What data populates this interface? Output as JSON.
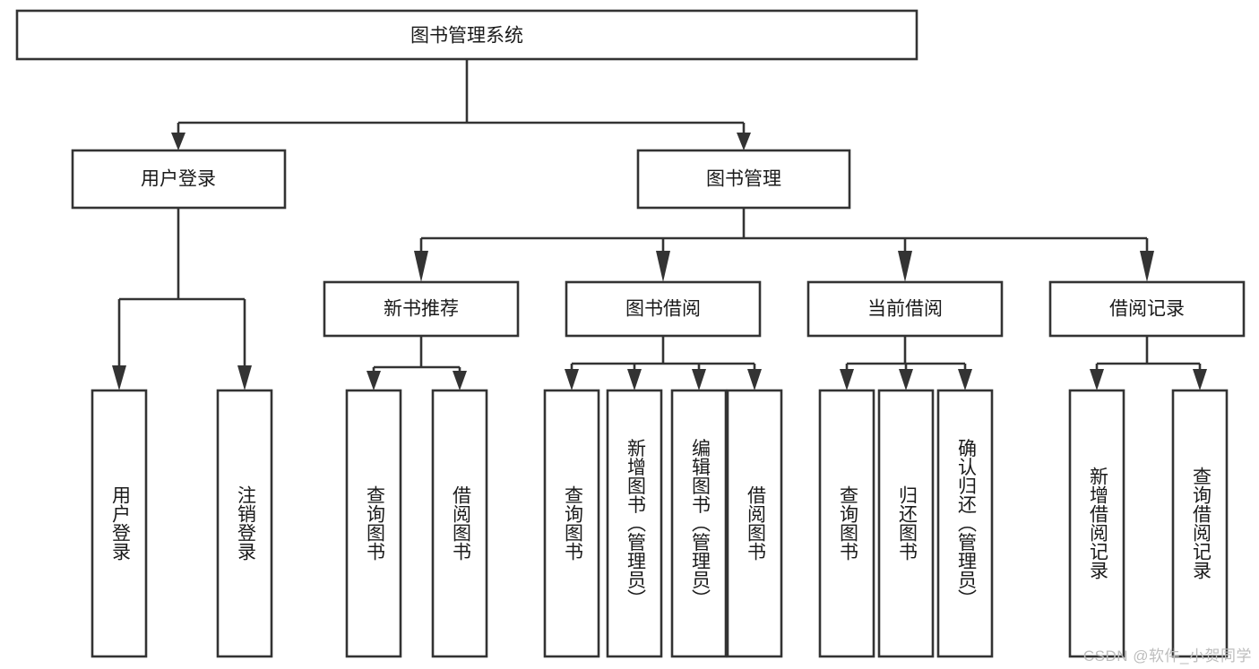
{
  "diagram": {
    "type": "tree-hierarchy",
    "title": "图书管理系统",
    "watermark": "CSDN @软件_小贺同学",
    "colors": {
      "stroke": "#333333",
      "fill": "#ffffff",
      "text": "#1a1a1a",
      "watermark": "#bdbdbd",
      "background": "#ffffff"
    },
    "levels": [
      {
        "level": 1,
        "nodes": [
          {
            "id": "root",
            "label": "图书管理系统",
            "orientation": "horizontal"
          }
        ]
      },
      {
        "level": 2,
        "nodes": [
          {
            "id": "user-login",
            "label": "用户登录",
            "orientation": "horizontal",
            "parent": "root"
          },
          {
            "id": "book-manage",
            "label": "图书管理",
            "orientation": "horizontal",
            "parent": "root"
          }
        ]
      },
      {
        "level": 3,
        "nodes": [
          {
            "id": "new-book-recommend",
            "label": "新书推荐",
            "orientation": "horizontal",
            "parent": "book-manage"
          },
          {
            "id": "book-borrow",
            "label": "图书借阅",
            "orientation": "horizontal",
            "parent": "book-manage"
          },
          {
            "id": "current-borrow",
            "label": "当前借阅",
            "orientation": "horizontal",
            "parent": "book-manage"
          },
          {
            "id": "borrow-record",
            "label": "借阅记录",
            "orientation": "horizontal",
            "parent": "book-manage"
          }
        ]
      },
      {
        "level": 4,
        "nodes": [
          {
            "id": "leaf-user-login",
            "label": "用户登录",
            "orientation": "vertical",
            "parent": "user-login"
          },
          {
            "id": "leaf-logout",
            "label": "注销登录",
            "orientation": "vertical",
            "parent": "user-login"
          },
          {
            "id": "leaf-query-book-1",
            "label": "查询图书",
            "orientation": "vertical",
            "parent": "new-book-recommend"
          },
          {
            "id": "leaf-borrow-book-1",
            "label": "借阅图书",
            "orientation": "vertical",
            "parent": "new-book-recommend"
          },
          {
            "id": "leaf-query-book-2",
            "label": "查询图书",
            "orientation": "vertical",
            "parent": "book-borrow"
          },
          {
            "id": "leaf-add-book",
            "label": "新增图书（管理员）",
            "orientation": "vertical",
            "parent": "book-borrow"
          },
          {
            "id": "leaf-edit-book",
            "label": "编辑图书（管理员）",
            "orientation": "vertical",
            "parent": "book-borrow"
          },
          {
            "id": "leaf-borrow-book-2",
            "label": "借阅图书",
            "orientation": "vertical",
            "parent": "book-borrow"
          },
          {
            "id": "leaf-query-book-3",
            "label": "查询图书",
            "orientation": "vertical",
            "parent": "current-borrow"
          },
          {
            "id": "leaf-return-book",
            "label": "归还图书",
            "orientation": "vertical",
            "parent": "current-borrow"
          },
          {
            "id": "leaf-confirm-return",
            "label": "确认归还（管理员）",
            "orientation": "vertical",
            "parent": "current-borrow"
          },
          {
            "id": "leaf-add-record",
            "label": "新增借阅记录",
            "orientation": "vertical",
            "parent": "borrow-record"
          },
          {
            "id": "leaf-query-record",
            "label": "查询借阅记录",
            "orientation": "vertical",
            "parent": "borrow-record"
          }
        ]
      }
    ]
  }
}
